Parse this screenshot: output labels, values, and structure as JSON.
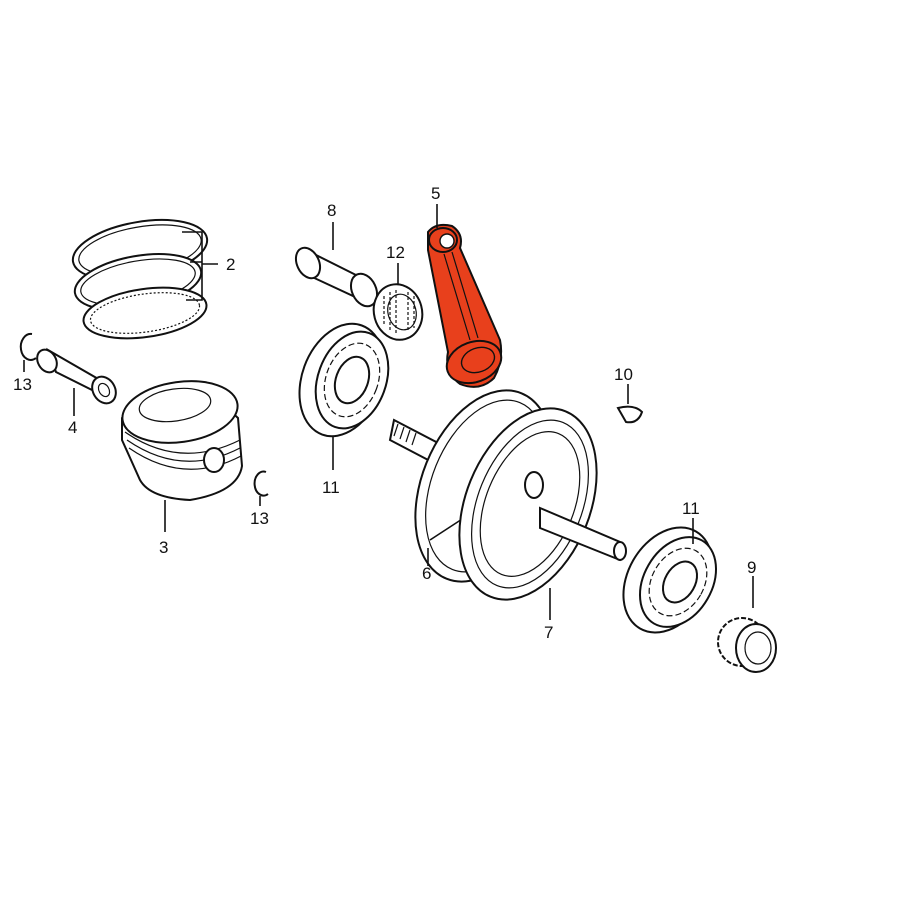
{
  "diagram": {
    "type": "exploded-parts-diagram",
    "subject": "Crankshaft / piston assembly",
    "highlight_color": "#e8401c",
    "line_color": "#111111",
    "background": "#ffffff",
    "highlighted_part": "5",
    "parts": [
      {
        "ref": "2",
        "description": "Piston ring set",
        "label": "2"
      },
      {
        "ref": "3",
        "description": "Piston",
        "label": "3"
      },
      {
        "ref": "4",
        "description": "Piston pin",
        "label": "4"
      },
      {
        "ref": "5",
        "description": "Connecting rod (highlighted)",
        "label": "5"
      },
      {
        "ref": "6",
        "description": "Crankshaft half (left)",
        "label": "6"
      },
      {
        "ref": "7",
        "description": "Crankshaft half (right)",
        "label": "7"
      },
      {
        "ref": "8",
        "description": "Crank pin",
        "label": "8"
      },
      {
        "ref": "9",
        "description": "Sprocket",
        "label": "9"
      },
      {
        "ref": "10",
        "description": "Woodruff key",
        "label": "10"
      },
      {
        "ref": "11a",
        "description": "Ball bearing (left)",
        "label": "11"
      },
      {
        "ref": "11b",
        "description": "Ball bearing (right)",
        "label": "11"
      },
      {
        "ref": "12",
        "description": "Needle bearing",
        "label": "12"
      },
      {
        "ref": "13a",
        "description": "Piston pin clip (left)",
        "label": "13"
      },
      {
        "ref": "13b",
        "description": "Piston pin clip (right)",
        "label": "13"
      }
    ]
  }
}
